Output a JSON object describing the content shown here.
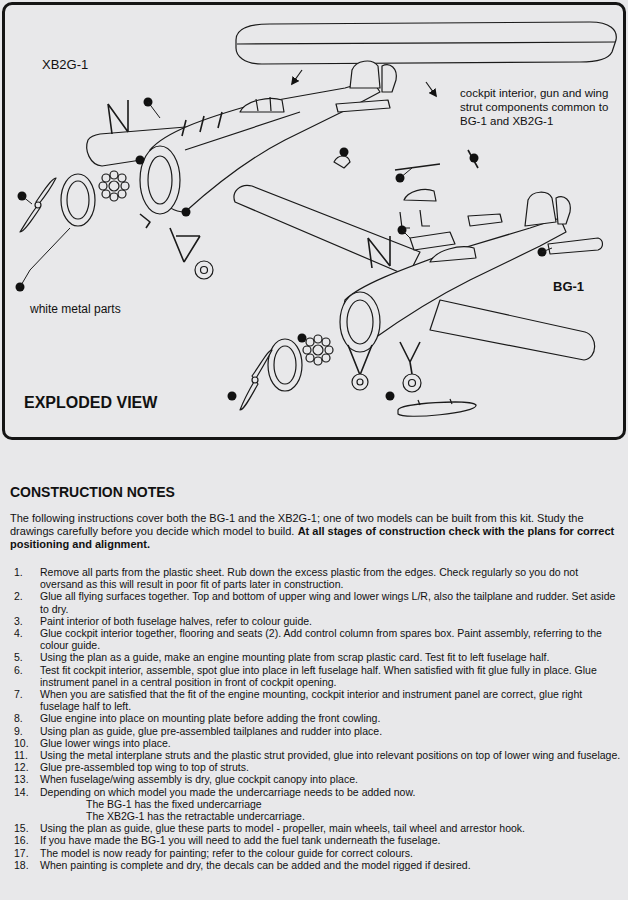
{
  "diagram": {
    "nodes": [
      {
        "text": [
          "XB2G-1",
          "cockpit interior, gun and wing strut components common to BG-1 and XB2G-1",
          "BG-1",
          "white metal parts",
          "EXPLODED VIEW"
        ]
      }
    ],
    "labels": [
      "CONSTRUCTION NOTES",
      "The following instructions cover both the BG-1 and the XB2G-1; one of two models can be built from this kit. Study the drawings carefully before you decide which model to build.",
      "At all stages of construction check with the plans for correct positioning and alignment.",
      "1.",
      "Remove all parts from the plastic sheet. Rub down the excess plastic from the edges. Check regularly so you do not oversand as this will result in poor fit of parts later in construction.",
      "2.",
      "Glue all flying surfaces together. Top and bottom of upper wing and lower wings L/R, also the tailplane and rudder. Set aside to dry.",
      "3.",
      "Paint interior of both fuselage halves, refer to colour guide.",
      "4.",
      "Glue cockpit interior together, flooring and seats (2). Add control column from spares box. Paint assembly, referring to the colour guide.",
      "5.",
      "Using the plan as a guide, make an engine mounting plate from scrap plastic card. Test fit to left fuselage half.",
      "6.",
      "Test fit cockpit interior, assemble, spot glue into place in left fuselage half. When satisfied with fit glue fully in place. Glue instrument panel in a central position in front of cockpit opening.",
      "7.",
      "When you are satisfied that the fit of the engine mounting, cockpit interior and instrument panel are correct, glue right fuselage half to left.",
      "8.",
      "Glue engine into place on mounting plate before adding the front cowling.",
      "9.",
      "Using plan as guide, glue pre-assembled tailplanes and rudder into place.",
      "10.",
      "Glue lower wings into place.",
      "11.",
      "Using the metal interplane struts and the plastic strut provided, glue into relevant positions on top of lower wing and fuselage.",
      "12.",
      "Glue pre-assembled top wing to top of struts.",
      "13.",
      "When fuselage/wing assembly is dry, glue cockpit canopy into place.",
      "14.",
      "Depending on which model you made the undercarriage needs to be added now.",
      "The BG-1 has the fixed undercarriage",
      "The XB2G-1 has the retractable undercarriage.",
      "15.",
      "Using the plan as guide, glue these parts to model - propeller, main wheels, tail wheel and arrestor hook.",
      "16.",
      "If you have made the BG-1 you will need to add the fuel tank underneath the fuselage.",
      "17.",
      "The model is now ready for painting; refer to the colour guide for correct colours.",
      "18.",
      "When painting is complete and dry, the decals can be added and the model rigged if desired."
    ]
  }
}
